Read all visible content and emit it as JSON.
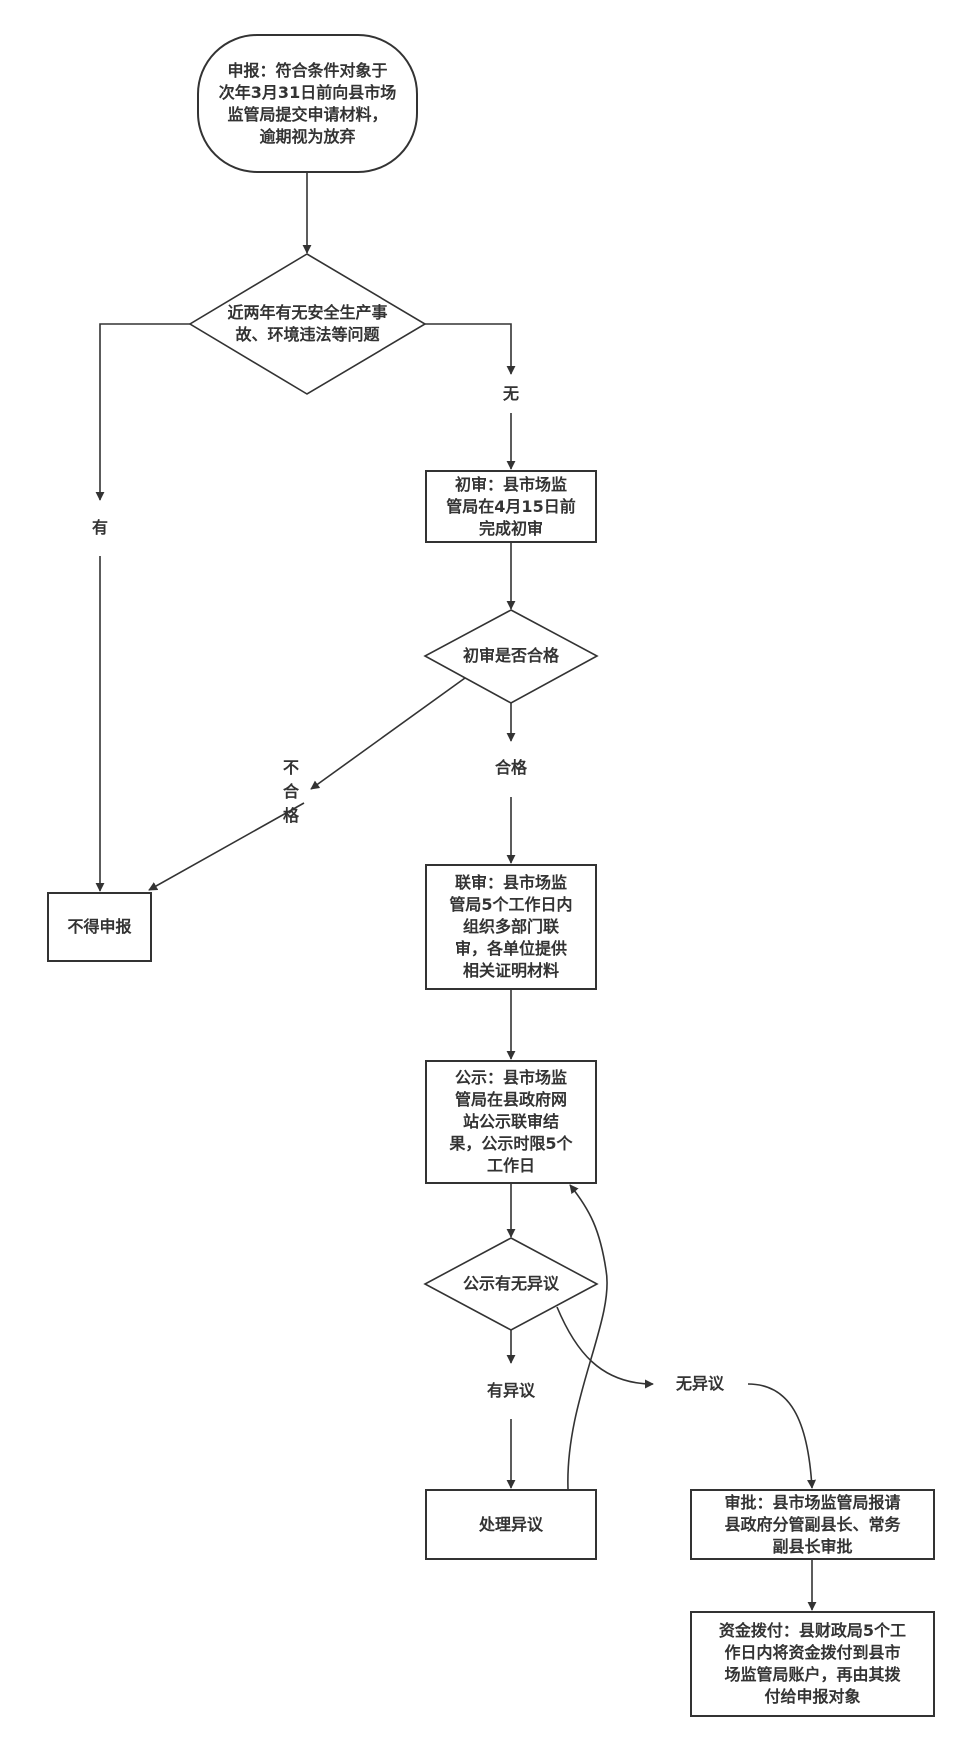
{
  "nodes": {
    "apply": {
      "lines": [
        "申报：符合条件对象于",
        "次年3月31日前向县市场",
        "监管局提交申请材料，",
        "逾期视为放弃"
      ]
    },
    "check_accident": {
      "lines": [
        "近两年有无安全生产事",
        "故、环境违法等问题"
      ]
    },
    "initial_review": {
      "lines": [
        "初审：县市场监",
        "管局在4月15日前",
        "完成初审"
      ]
    },
    "initial_pass": {
      "lines": [
        "初审是否合格"
      ]
    },
    "rejected": {
      "lines": [
        "不得申报"
      ]
    },
    "joint_review": {
      "lines": [
        "联审：县市场监",
        "管局5个工作日内",
        "组织多部门联",
        "审，各单位提供",
        "相关证明材料"
      ]
    },
    "publicity": {
      "lines": [
        "公示：县市场监",
        "管局在县政府网",
        "站公示联审结",
        "果，公示时限5个",
        "工作日"
      ]
    },
    "objection_check": {
      "lines": [
        "公示有无异议"
      ]
    },
    "handle_objection": {
      "lines": [
        "处理异议"
      ]
    },
    "approval": {
      "lines": [
        "审批：县市场监管局报请",
        "县政府分管副县长、常务",
        "副县长审批"
      ]
    },
    "funding": {
      "lines": [
        "资金拨付：县财政局5个工",
        "作日内将资金拨付到县市",
        "场监管局账户，再由其拨",
        "付给申报对象"
      ]
    }
  },
  "edge_labels": {
    "yes": "有",
    "no": "无",
    "pass": "合格",
    "fail": [
      "不",
      "合",
      "格"
    ],
    "has_objection": "有异议",
    "no_objection": "无异议"
  },
  "colors": {
    "stroke": "#333333",
    "background": "#ffffff"
  }
}
